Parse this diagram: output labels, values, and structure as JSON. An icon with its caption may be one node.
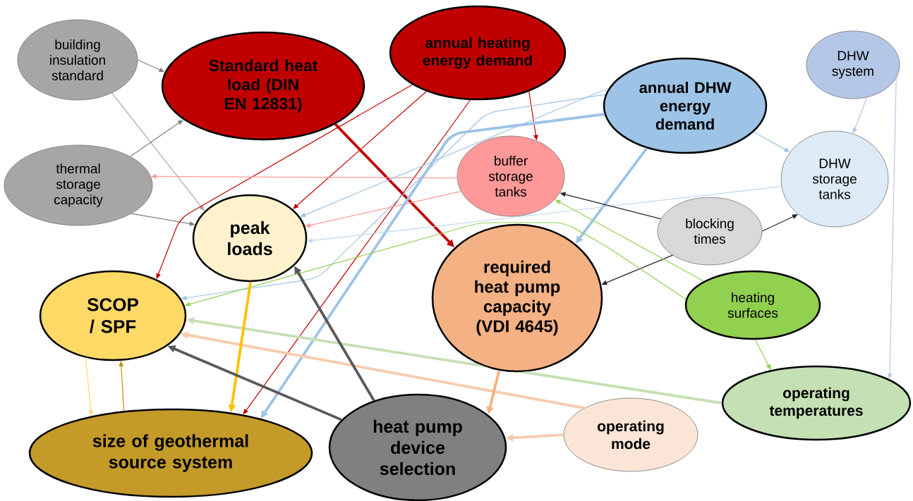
{
  "diagram": {
    "nodes": [
      {
        "text": [
          "building insulation standard"
        ]
      },
      {
        "text": [
          "Standard heat load (DIN EN 12831)"
        ]
      },
      {
        "text": [
          "annual heating energy demand"
        ]
      },
      {
        "text": [
          "thermal storage capacity"
        ]
      },
      {
        "text": [
          "annual DHW energy demand"
        ]
      },
      {
        "text": [
          "DHW system"
        ]
      },
      {
        "text": [
          "buffer storage tanks"
        ]
      },
      {
        "text": [
          "DHW storage tanks"
        ]
      },
      {
        "text": [
          "peak loads"
        ]
      },
      {
        "text": [
          "blocking times"
        ]
      },
      {
        "text": [
          "SCOP / SPF"
        ]
      },
      {
        "text": [
          "required heat pump capacity (VDI 4645)"
        ]
      },
      {
        "text": [
          "heating surfaces"
        ]
      },
      {
        "text": [
          "operating temperatures"
        ]
      },
      {
        "text": [
          "size of geothermal source system"
        ]
      },
      {
        "text": [
          "heat pump device selection"
        ]
      },
      {
        "text": [
          "operating mode"
        ]
      }
    ],
    "edges": [
      {
        "from": 0,
        "to": 1,
        "arrow": "to",
        "color": "#7f7f7f"
      },
      {
        "from": 0,
        "to": 8,
        "arrow": "to",
        "color": "#a6a6a6"
      },
      {
        "from": 3,
        "to": 1,
        "arrow": "to",
        "color": "#808080"
      },
      {
        "from": 3,
        "to": 8,
        "arrow": "to",
        "color": "#808080"
      },
      {
        "from": 2,
        "to": 8,
        "arrow": "to",
        "color": "#c00000"
      },
      {
        "from": 2,
        "to": 10,
        "arrow": "to",
        "color": "#c00000"
      },
      {
        "from": 2,
        "to": 6,
        "arrow": "to",
        "color": "#c00000"
      },
      {
        "from": 2,
        "to": 14,
        "arrow": "to",
        "color": "#c00000"
      },
      {
        "from": 1,
        "to": 11,
        "arrow": "to",
        "style": "thick",
        "color": "#c00000"
      },
      {
        "from": 6,
        "to": 3,
        "arrow": "to",
        "color": "#ff9999"
      },
      {
        "from": 6,
        "to": 8,
        "arrow": "to",
        "color": "#ff9999"
      },
      {
        "from": 4,
        "to": 8,
        "arrow": "to",
        "color": "#9dc3e6"
      },
      {
        "from": 4,
        "to": 10,
        "arrow": "to",
        "color": "#9dc3e6"
      },
      {
        "from": 4,
        "to": 11,
        "arrow": "to",
        "style": "thick",
        "color": "#9dc3e6"
      },
      {
        "from": 4,
        "to": 14,
        "arrow": "to",
        "style": "thick",
        "color": "#9dc3e6"
      },
      {
        "from": 4,
        "to": 7,
        "arrow": "to",
        "color": "#9dc3e6"
      },
      {
        "from": 7,
        "to": 8,
        "arrow": "to",
        "color": "#bdd7ee"
      },
      {
        "from": 5,
        "to": 7,
        "arrow": "to",
        "color": "#b4c7e7"
      },
      {
        "from": 5,
        "to": 13,
        "arrow": "to",
        "color": "#b4c7e7"
      },
      {
        "from": 9,
        "to": 6,
        "arrow": "to",
        "color": "#262626"
      },
      {
        "from": 9,
        "to": 7,
        "arrow": "to",
        "color": "#262626"
      },
      {
        "from": 9,
        "to": 11,
        "arrow": "to",
        "color": "#262626"
      },
      {
        "from": 12,
        "to": 6,
        "arrow": "to",
        "color": "#92d050"
      },
      {
        "from": 12,
        "to": 10,
        "arrow": "to",
        "color": "#92d050"
      },
      {
        "from": 12,
        "to": 13,
        "arrow": "to",
        "color": "#92d050"
      },
      {
        "from": 13,
        "to": 10,
        "arrow": "to",
        "style": "thick",
        "color": "#c5e0b4"
      },
      {
        "from": 16,
        "to": 10,
        "arrow": "to",
        "style": "thick",
        "color": "#f8cbad"
      },
      {
        "from": 16,
        "to": 15,
        "arrow": "to",
        "style": "thick",
        "color": "#f8cbad"
      },
      {
        "from": 11,
        "to": 15,
        "arrow": "to",
        "style": "thick",
        "color": "#f4b183"
      },
      {
        "from": 8,
        "to": 14,
        "arrow": "to",
        "style": "thick",
        "color": "#ffc000"
      },
      {
        "from": 10,
        "to": 14,
        "arrow": "to",
        "color": "#ffd966"
      },
      {
        "from": 14,
        "to": 10,
        "arrow": "to",
        "color": "#bf9000"
      },
      {
        "from": 15,
        "to": 8,
        "arrow": "to",
        "style": "thick",
        "color": "#595959"
      },
      {
        "from": 15,
        "to": 10,
        "arrow": "to",
        "style": "thick",
        "color": "#595959"
      }
    ]
  }
}
